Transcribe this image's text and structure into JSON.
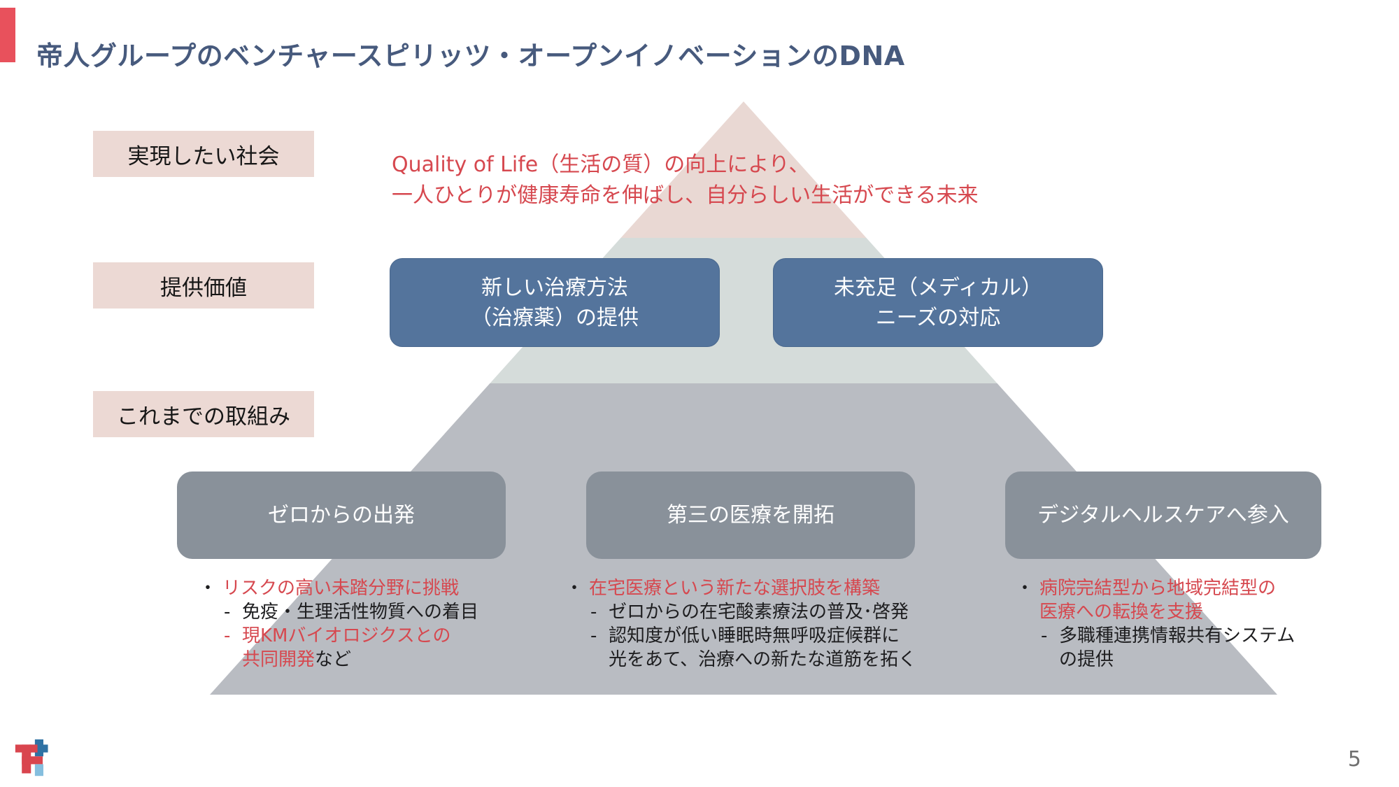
{
  "slide": {
    "title": "帝人グループのベンチャースピリッツ・オープンイノベーションのDNA",
    "page_number": "5"
  },
  "colors": {
    "accent_red": "#e8515c",
    "title_blue": "#475a7d",
    "red_text": "#d6484f",
    "black_text": "#1d1d1f",
    "label_bg": "#ecd9d4",
    "pyramid_top": "#e9d8d3",
    "pyramid_middle": "#d5dcda",
    "pyramid_bottom": "#b9bcc2",
    "blue_box": "#54749c",
    "gray_box": "#89919a"
  },
  "row_labels": [
    {
      "label": "実現したい社会"
    },
    {
      "label": "提供価値"
    },
    {
      "label": "これまでの取組み"
    }
  ],
  "vision": {
    "line1": "Quality of Life（生活の質）の向上により、",
    "line2": "一人ひとりが健康寿命を伸ばし、自分らしい生活ができる未来"
  },
  "value_boxes": [
    {
      "line1": "新しい治療方法",
      "line2": "（治療薬）の提供"
    },
    {
      "line1": "未充足（メディカル）",
      "line2": "ニーズの対応"
    }
  ],
  "initiative_boxes": [
    {
      "label": "ゼロからの出発"
    },
    {
      "label": "第三の医療を開拓"
    },
    {
      "label": "デジタルヘルスケアへ参入"
    }
  ],
  "initiative_details": [
    {
      "lines": [
        {
          "type": "bullet",
          "marker": "・",
          "marker_color": "black",
          "segments": [
            {
              "text": "リスクの高い未踏分野に挑戦",
              "color": "red"
            }
          ]
        },
        {
          "type": "sub",
          "marker": "-",
          "marker_color": "black",
          "segments": [
            {
              "text": "免疫・生理活性物質への着目",
              "color": "black"
            }
          ]
        },
        {
          "type": "sub",
          "marker": "-",
          "marker_color": "red",
          "segments": [
            {
              "text": "現KMバイオロジクスとの",
              "color": "red"
            }
          ]
        },
        {
          "type": "cont_sub",
          "marker": "",
          "segments": [
            {
              "text": "共同開発",
              "color": "red"
            },
            {
              "text": "など",
              "color": "black"
            }
          ]
        }
      ]
    },
    {
      "lines": [
        {
          "type": "bullet",
          "marker": "・",
          "marker_color": "black",
          "segments": [
            {
              "text": "在宅医療という新たな選択肢を構築",
              "color": "red"
            }
          ]
        },
        {
          "type": "sub",
          "marker": "-",
          "marker_color": "black",
          "segments": [
            {
              "text": "ゼロからの在宅酸素療法の普及･啓発",
              "color": "black"
            }
          ]
        },
        {
          "type": "sub",
          "marker": "-",
          "marker_color": "black",
          "segments": [
            {
              "text": "認知度が低い睡眠時無呼吸症候群に",
              "color": "black"
            }
          ]
        },
        {
          "type": "cont_sub",
          "marker": "",
          "segments": [
            {
              "text": "光をあて、治療への新たな道筋を拓く",
              "color": "black"
            }
          ]
        }
      ]
    },
    {
      "lines": [
        {
          "type": "bullet",
          "marker": "・",
          "marker_color": "black",
          "segments": [
            {
              "text": "病院完結型から地域完結型の",
              "color": "red"
            }
          ]
        },
        {
          "type": "cont_bullet",
          "marker": "",
          "segments": [
            {
              "text": "医療への転換を支援",
              "color": "red"
            }
          ]
        },
        {
          "type": "sub",
          "marker": "-",
          "marker_color": "black",
          "segments": [
            {
              "text": "多職種連携情報共有システム",
              "color": "black"
            }
          ]
        },
        {
          "type": "cont_sub",
          "marker": "",
          "segments": [
            {
              "text": "の提供",
              "color": "black"
            }
          ]
        }
      ]
    }
  ],
  "icons": {
    "logo": "teijin-logo"
  }
}
